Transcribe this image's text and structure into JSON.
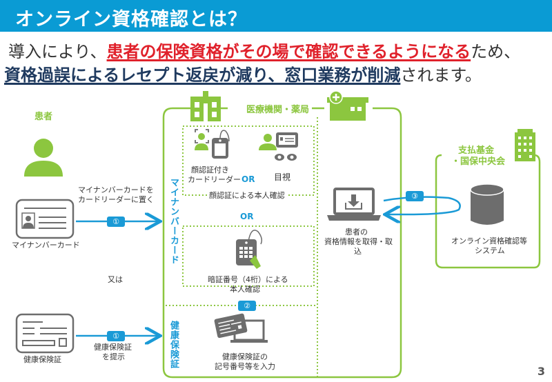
{
  "title": "オンライン資格確認とは？",
  "headline": {
    "line1_prefix": "導入により、",
    "line1_emphasis": "患者の保険資格がその場で確認できるようになる",
    "line1_suffix": "ため、",
    "line2_emphasis": "資格過誤によるレセプト返戻が減り、窓口業務が削減",
    "line2_suffix": "されます。"
  },
  "patient": {
    "label": "患者",
    "mynumber_card_label": "マイナンバーカード",
    "mynumber_action": [
      "マイナンバーカードを",
      "カードリーダーに置く"
    ],
    "or_text": "又は",
    "insurance_card_label": "健康保険証",
    "insurance_action": [
      "健康保険証",
      "を提示"
    ]
  },
  "facility": {
    "label": "医療機関・薬局",
    "mynumber_section_label": "マイナンバーカード",
    "insurance_section_label": "健康保険証",
    "face_reader_label": [
      "顔認証付き",
      "カードリーダー"
    ],
    "visual_check_label": "目視",
    "face_auth_caption": "顔認証による本人確認",
    "pin_caption": [
      "暗証番号（4桁）による",
      "本人確認"
    ],
    "insurance_input_caption": [
      "健康保険証の",
      "記号番号等を入力"
    ],
    "retrieve_caption": [
      "患者の",
      "資格情報を取得・取",
      "込"
    ],
    "or_label": "OR"
  },
  "fund": {
    "label": [
      "支払基金",
      "・国保中央会"
    ],
    "system_caption": [
      "オンライン資格確認等",
      "システム"
    ]
  },
  "steps": {
    "one": "①",
    "two": "②",
    "three": "③"
  },
  "colors": {
    "title_bg": "#0a9bd4",
    "green": "#8cc63f",
    "blue": "#1a9ad6",
    "red": "#e0212b",
    "navy": "#1f3a5f",
    "gray": "#6d6d6d"
  },
  "page_number": "3"
}
